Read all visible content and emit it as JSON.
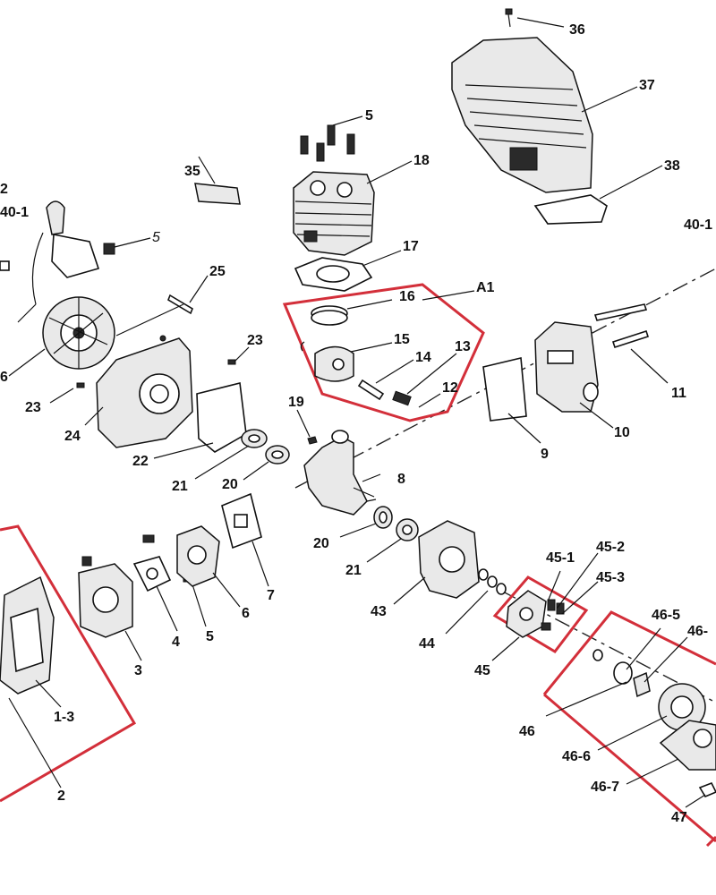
{
  "colors": {
    "highlight": "#d32f3a",
    "ink": "#111111",
    "background": "#ffffff"
  },
  "labels": {
    "l36": "36",
    "l37": "37",
    "l38": "38",
    "l5a": "5",
    "l18": "18",
    "l35": "35",
    "l2a": "2",
    "l40_1a": "40-1",
    "l5b": "5",
    "l40_1b": "40-1",
    "l17": "17",
    "l25": "25",
    "l16": "16",
    "lA1": "A1",
    "l6a": "6",
    "l23a": "23",
    "l15": "15",
    "l14": "14",
    "l13": "13",
    "l11": "11",
    "l12": "12",
    "l23b": "23",
    "l19": "19",
    "l10": "10",
    "l24": "24",
    "l9": "9",
    "l22": "22",
    "l8": "8",
    "l21a": "21",
    "l20a": "20",
    "l7": "7",
    "l20b": "20",
    "l6b": "6",
    "l21b": "21",
    "l45_1": "45-1",
    "l45_2": "45-2",
    "l45_3": "45-3",
    "l43": "43",
    "l4": "4",
    "l5c": "5",
    "l46_5": "46-5",
    "l46_x": "46-",
    "l3": "3",
    "l44": "44",
    "l45": "45",
    "l1_3": "1-3",
    "l46": "46",
    "l46_6": "46-6",
    "l46_7": "46-7",
    "l2b": "2",
    "l47": "47"
  }
}
